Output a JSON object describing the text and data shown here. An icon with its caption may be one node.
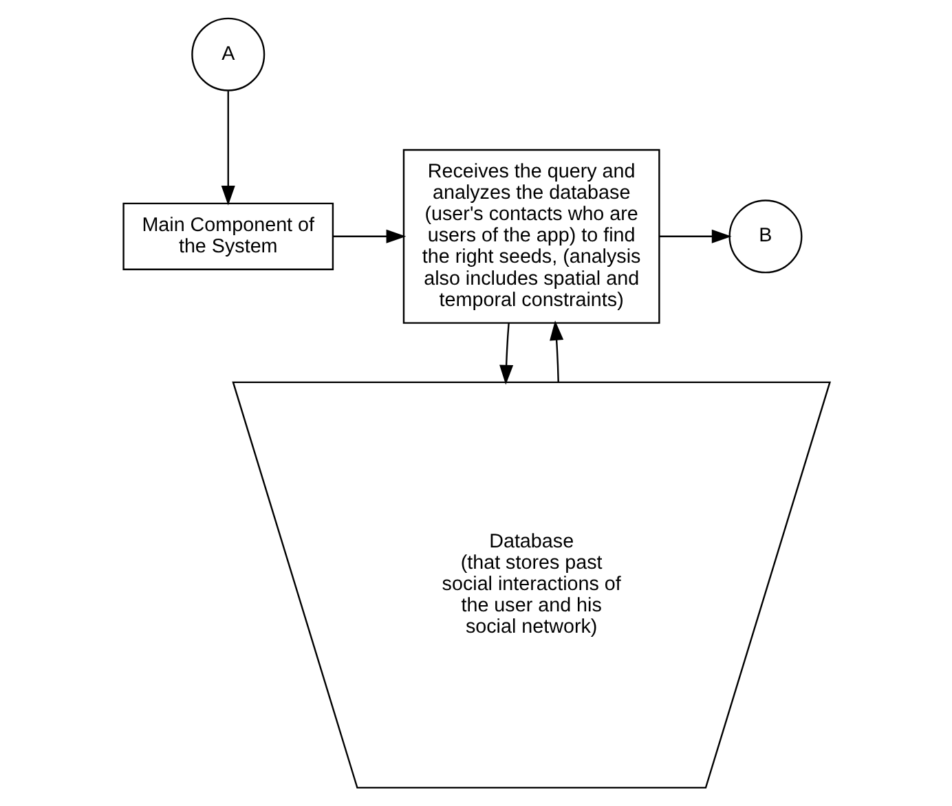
{
  "diagram": {
    "nodes": [
      {
        "text": [
          "A"
        ]
      },
      {
        "text": [
          "Main Component of the System"
        ]
      },
      {
        "text": [
          "Receives the query and analyzes the database (user's contacts who are users of the app) to find the right seeds, (analysis also includes spatial and temporal constraints)"
        ]
      },
      {
        "text": [
          "B"
        ]
      },
      {
        "text": [
          "Database",
          "(that stores past social interactions of the user and his social network)"
        ]
      }
    ],
    "edges": [
      {
        "from": 0,
        "to": 1,
        "arrow": "to"
      },
      {
        "from": 1,
        "to": 2,
        "arrow": "to"
      },
      {
        "from": 2,
        "to": 3,
        "arrow": "to"
      },
      {
        "from": 2,
        "to": 4,
        "arrow": "to"
      },
      {
        "from": 4,
        "to": 2,
        "arrow": "to"
      }
    ]
  }
}
